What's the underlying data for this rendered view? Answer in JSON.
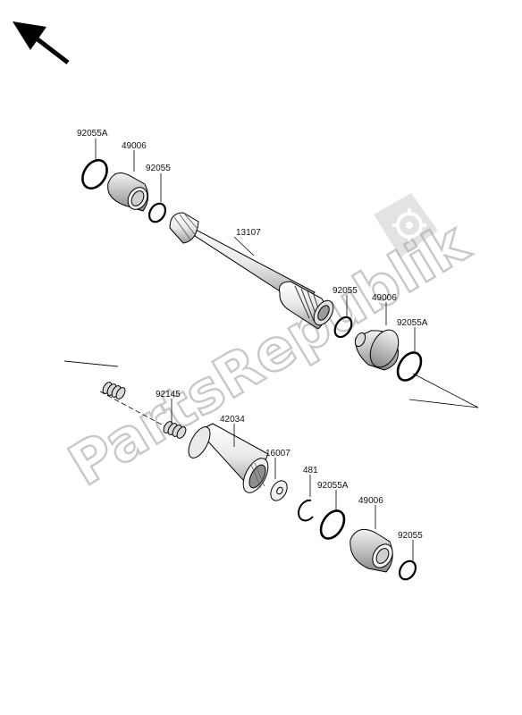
{
  "watermark": {
    "text": "PartsRepublik",
    "logo": "gear-icon"
  },
  "orientation": {
    "icon": "arrow-up-left-icon"
  },
  "parts": [
    {
      "id": "92055A_a",
      "label": "92055A"
    },
    {
      "id": "49006_a",
      "label": "49006"
    },
    {
      "id": "92055_a",
      "label": "92055"
    },
    {
      "id": "13107",
      "label": "13107"
    },
    {
      "id": "92055_b",
      "label": "92055"
    },
    {
      "id": "49006_b",
      "label": "49006"
    },
    {
      "id": "92055A_b",
      "label": "92055A"
    },
    {
      "id": "92145",
      "label": "92145"
    },
    {
      "id": "42034",
      "label": "42034"
    },
    {
      "id": "16007",
      "label": "16007"
    },
    {
      "id": "481",
      "label": "481"
    },
    {
      "id": "92055A_c",
      "label": "92055A"
    },
    {
      "id": "49006_c",
      "label": "49006"
    },
    {
      "id": "92055_c",
      "label": "92055"
    }
  ]
}
